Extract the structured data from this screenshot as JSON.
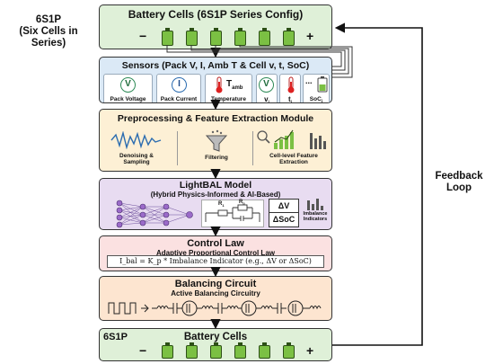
{
  "side": {
    "config_title": "6S1P",
    "config_sub": "(Six Cells in Series)",
    "feedback_line1": "Feedback",
    "feedback_line2": "Loop"
  },
  "battery_top": {
    "title": "Battery Cells (6S1P Series Config)",
    "minus": "−",
    "plus": "+"
  },
  "sensors": {
    "title": "Sensors (Pack V, I, Amb T & Cell v, t, SoC)",
    "items": [
      {
        "symbol": "V",
        "label": "Pack Voltage"
      },
      {
        "symbol": "I",
        "label": "Pack Current"
      },
      {
        "symbol": "T",
        "symbol_sub": "amb",
        "label": "Temperature"
      },
      {
        "symbol": "V",
        "label": "v",
        "label_sub": "i"
      },
      {
        "symbol": "",
        "label": "t",
        "label_sub": "i"
      },
      {
        "symbol": "...",
        "label": "SoC",
        "label_sub": "i"
      }
    ]
  },
  "preprocessing": {
    "title": "Preprocessing & Feature Extraction Module",
    "items": [
      "Denoising &",
      "Sampling",
      "Filtering",
      "Cell-level Feature",
      "Extraction"
    ]
  },
  "model": {
    "title": "LightBAL Model",
    "subtitle": "(Hybrid Physics-Informed & AI-Based)",
    "r1": "R",
    "r1_sub": "1",
    "r0": "R",
    "r0_sub": "0",
    "dv": "ΔV",
    "dsoc": "ΔSoC",
    "imbalance_1": "Imbalance",
    "imbalance_2": "Indicators"
  },
  "control": {
    "title": "Control Law",
    "subtitle": "Adaptive Proportional Control Law",
    "formula": "I_bal = K_p * Imbalance Indicator (e.g., ΔV or ΔSoC)"
  },
  "balancing": {
    "title": "Balancing Circuit",
    "subtitle": "Active Balancing Circuitry"
  },
  "battery_bottom": {
    "label": "6S1P",
    "title": "Battery Cells",
    "minus": "−",
    "plus": "+"
  },
  "colors": {
    "battery": "#dff0d8",
    "sensors": "#dbe9f6",
    "preprocessing": "#fdf0d5",
    "model": "#e8dcf1",
    "control": "#fbe1e1",
    "balancing": "#fde5d0",
    "cell": "#7bc043"
  }
}
